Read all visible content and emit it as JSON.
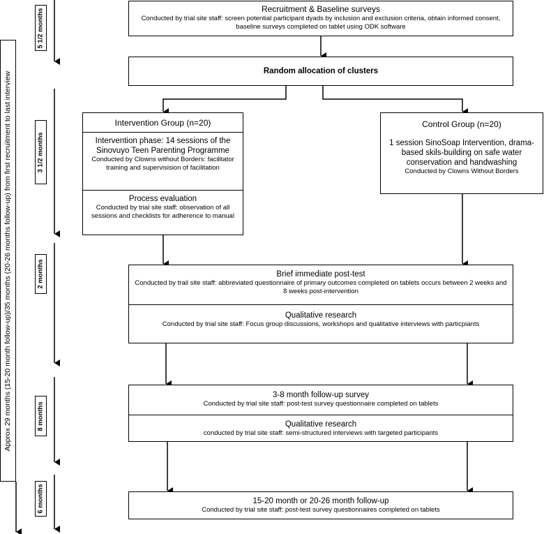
{
  "timeline": {
    "overall_label": "Approx 29 months (15-20 month follow-up)/35 months (20-26 months follow-up) from first recruitment to last interview",
    "phases": [
      "5 1/2 months",
      "3 1/2 months",
      "2 months",
      "8 months",
      "6 months"
    ]
  },
  "recruitment": {
    "title": "Recruitment  & Baseline surveys",
    "detail": "Conducted by trial site staff: screen potential participant dyads by inclusion and exclusion criteria, obtain informed consent, baseline surveys completed on tablet using ODK software"
  },
  "allocation": {
    "title": "Random allocation of clusters"
  },
  "intervention": {
    "header": "Intervention Group (n=20)",
    "phase_title": "Intervention phase: 14 sessions of the Sinovuyo Teen Parenting Programme",
    "phase_detail": "Conducted by Clowns without Borders: facilitator training and supervisision of facilitation",
    "process_title": "Process evaluation",
    "process_detail": "Conducted by trial site staff: observation of all sessions and checklists for adherence to manual"
  },
  "control": {
    "header": "Control Group (n=20)",
    "title": "1 session SinoSoap Intervention, drama-based skils-building on safe water conservation and handwashing",
    "detail": "Conducted by Clowns Without Borders"
  },
  "posttest": {
    "title": "Brief immediate post-test",
    "detail": "Conducted by trail site staff: abbreviated questionnaire of primary outcomes completed on tablets occurs between 2 weeks and 8 weeks post-intervention",
    "qual_title": "Qualitative research",
    "qual_detail": "Conducted by trial site staff: Focus group discussions, workshops and qualitative interviews with particpiants"
  },
  "followup1": {
    "title": "3-8 month follow-up survey",
    "detail": "Conducted by trial site staff: post-test survey questionnaire completed on tablets",
    "qual_title": "Qualitative research",
    "qual_detail": "conducted by trial site staff: semi-structured interviews with targeted participants"
  },
  "followup2": {
    "title": "15-20 month or 20-26 month follow-up",
    "detail": "Conducted by trial site staff: post-test survey questionnaires completed on tablets"
  }
}
